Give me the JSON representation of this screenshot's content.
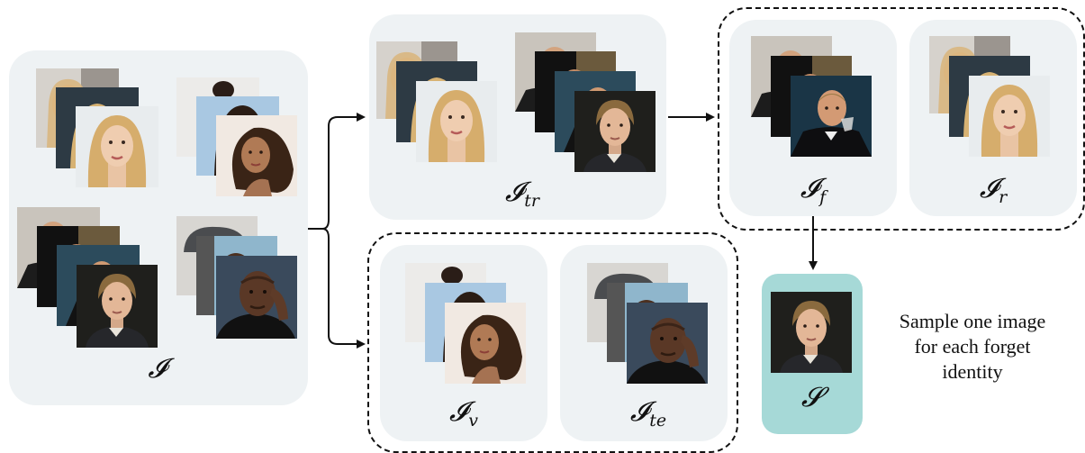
{
  "sets": {
    "all": {
      "symbol": "𝓘",
      "sub": ""
    },
    "train": {
      "symbol": "𝓘",
      "sub": "tr"
    },
    "forget": {
      "symbol": "𝓘",
      "sub": "f"
    },
    "retain": {
      "symbol": "𝓘",
      "sub": "r"
    },
    "val": {
      "symbol": "𝓘",
      "sub": "v"
    },
    "test": {
      "symbol": "𝓘",
      "sub": "te"
    },
    "sample": {
      "symbol": "𝓢",
      "sub": ""
    }
  },
  "note": {
    "lines": [
      "Sample one image",
      "for each forget",
      "identity"
    ]
  },
  "colors": {
    "panel": "#eef2f4",
    "sample_panel": "#a6d9d7",
    "arrow": "#111111"
  }
}
